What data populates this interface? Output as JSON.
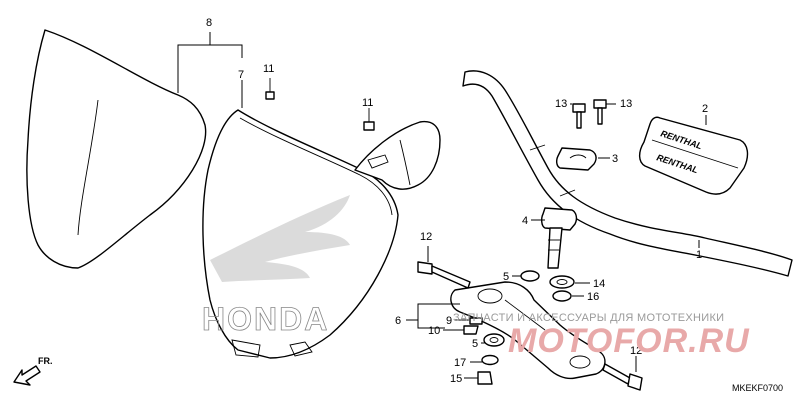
{
  "callouts": {
    "c1": "1",
    "c2": "2",
    "c3": "3",
    "c4": "4",
    "c5a": "5",
    "c5b": "5",
    "c6": "6",
    "c7": "7",
    "c8": "8",
    "c9": "9",
    "c10": "10",
    "c11a": "11",
    "c11b": "11",
    "c12a": "12",
    "c12b": "12",
    "c13a": "13",
    "c13b": "13",
    "c14": "14",
    "c15": "15",
    "c16": "16",
    "c17": "17"
  },
  "watermark": {
    "line1": "ЗАПЧАСТИ И АКСЕССУАРЫ ДЛЯ МОТОТЕХНИКИ",
    "line2": "MOTOFOR.RU"
  },
  "labels": {
    "front_arrow": "FR.",
    "diagram_code": "MKEKF0700",
    "plate_logo": "HONDA",
    "pad_brand_top": "RENTHAL",
    "pad_brand_bottom": "RENTHAL"
  },
  "colors": {
    "line": "#000000",
    "watermark_text": "#9a9a9a",
    "watermark_logo": "#e8a9a9"
  }
}
